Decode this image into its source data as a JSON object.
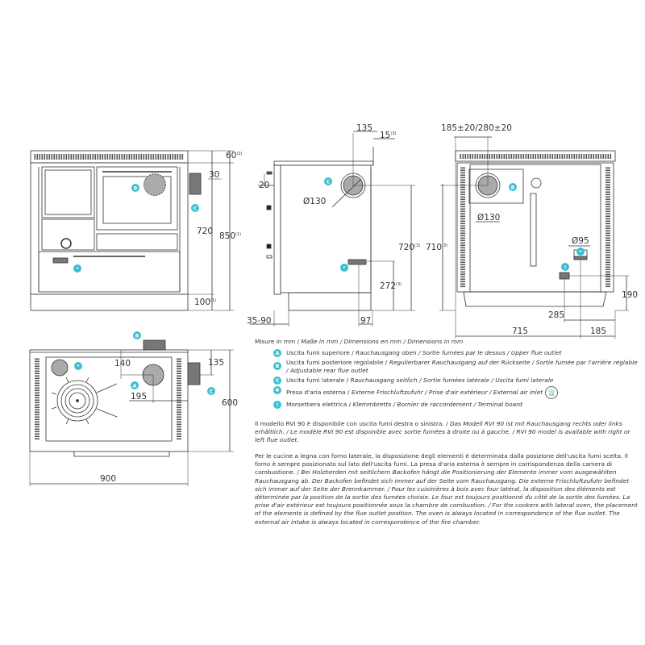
{
  "accent_color": "#3bbfd0",
  "front_view": {
    "badges": [
      "B",
      "C",
      "*"
    ],
    "dimensions": {
      "top_offset": "60",
      "top_offset_note": "(2)",
      "flue_top": "30",
      "flue_height": "720",
      "total_height": "850",
      "total_height_note": "(1)",
      "plinth": "100",
      "plinth_note": "(1)"
    }
  },
  "side_view": {
    "badges": [
      "C",
      "*"
    ],
    "dimensions": {
      "flue_depth": "135",
      "top_lip": "15",
      "top_lip_note": "(3)",
      "handle_offset": "20",
      "flue_diameter": "Ø130",
      "flue_height": "720",
      "flue_height_note": "(3)",
      "air_height": "272",
      "air_height_note": "(3)",
      "front_depth": "35-90",
      "air_depth": "97"
    }
  },
  "rear_view": {
    "badges": [
      "B",
      "*",
      "!"
    ],
    "dimensions": {
      "flue_position": "185±20/280±20",
      "flue_height": "710",
      "flue_height_note": "(3)",
      "flue_diameter": "Ø130",
      "air_diameter": "Ø95",
      "terminal_height": "190",
      "terminal_offset": "285",
      "width_left": "715",
      "width_right": "185"
    }
  },
  "top_view": {
    "badges": [
      "B",
      "*",
      "A",
      "C"
    ],
    "dimensions": {
      "flue_a_depth": "140",
      "flue_a_side": "195",
      "flue_c_depth": "135",
      "depth": "600",
      "width": "900"
    }
  },
  "legend": {
    "units": {
      "it": "Misure in mm / ",
      "rest": "Maße in mm / Dimensions en mm / Dimensions in mm"
    },
    "items": [
      {
        "badge": "A",
        "it": "Uscita fumi superiore / ",
        "rest": "Rauchausgang oben  / Sortie fumées par le dessus / Upper flue outlet"
      },
      {
        "badge": "B",
        "it": "Uscita fumi posteriore regolabile / ",
        "rest": "Regulierbarer Rauchausgang auf der Rückseite / Sortie fumée par l'arrière réglable / Adjustable rear flue outlet"
      },
      {
        "badge": "C",
        "it": "Uscita fumi laterale / ",
        "rest": "Rauchausgang seitlich  / Sortie fumées latérale / Uscita fumi laterale"
      },
      {
        "badge": "✱",
        "it": "Presa d'aria esterna / ",
        "rest": "Externe Frischluftzufuhr / Prise d'air extérieur / External air inlet",
        "icon": "air-icon",
        "icon_label": "AIR"
      },
      {
        "badge": "!",
        "it": "Morsettiera elettrica / ",
        "rest": "Klemmbretts / Bornier de raccordement / Terminal board"
      }
    ]
  },
  "notes": {
    "availability": {
      "it": "Il modello RVI 90 è disponibile con uscita fumi destra o sinistra. / ",
      "rest": "Das Modell RVI 90 ist mit Rauchausgang rechts oder links erhältlich. / Le modèle RVI 90 est disponible avec sortie fumées à droite ou à gauche. / RVI 90 model is available with right or left flue outlet."
    },
    "placement": {
      "it": "Per le cucine a legna con forno laterale, la disposizione degli elementi è determinata dalla posizione dell'uscita fumi scelta. Il forno è sempre posizionato sul lato dell'uscita fumi. La presa d'aria esterna è sempre in corrispondenza della camera di combustione. / ",
      "rest": "Bei Holzherden mit seitlichem Backofen hängt die Positionierung der Elemente immer vom ausgewählten Rauchausgang ab. Der Backofen befindet sich immer auf der Seite vom Rauchausgang. Die externe Frischluftzufuhr befindet sich immer auf der Seite der Brennkammer. / Pour les cuisinières à bois avec four latéral, la disposition des éléments est déterminée par la position de la sortie des fumées choisie. Le four est toujours positionné du côté de la sortie des fumées. La prise d'air extérieur est toujours positionnée sous la chambre de combustion. / For the cookers with lateral oven, the placement of the elements is defined by the flue outlet position. The oven is always located in correspondence of the flue outlet. The external air intake is always located in correspondence of the fire chamber."
    }
  }
}
